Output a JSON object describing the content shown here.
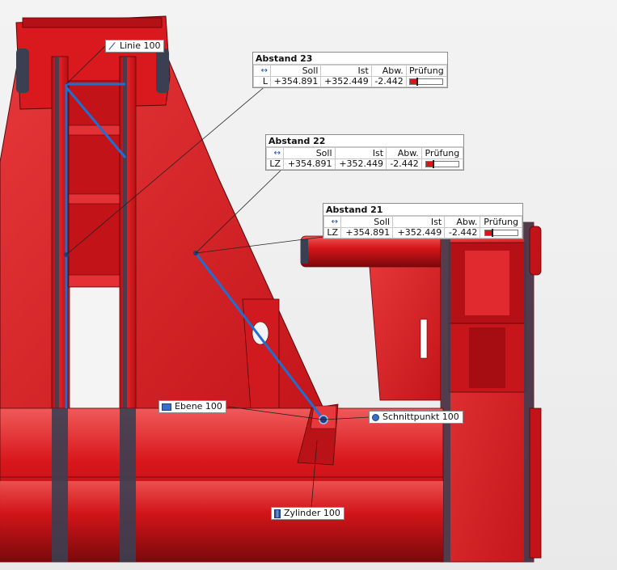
{
  "labels": {
    "linie": {
      "name": "Linie 100",
      "icon": "line-icon"
    },
    "ebene": {
      "name": "Ebene 100",
      "icon": "plane-icon"
    },
    "schnittpunkt": {
      "name": "Schnittpunkt 100",
      "icon": "point-icon"
    },
    "zylinder": {
      "name": "Zylinder 100",
      "icon": "cylinder-icon"
    }
  },
  "measurements": [
    {
      "title": "Abstand 23",
      "header_icon": "distance-arrow-icon",
      "headers": [
        "Soll",
        "Ist",
        "Abw.",
        "Prüfung"
      ],
      "axis": "L",
      "soll": "+354.891",
      "ist": "+352.449",
      "abw": "-2.442"
    },
    {
      "title": "Abstand 22",
      "header_icon": "distance-arrow-icon",
      "headers": [
        "Soll",
        "Ist",
        "Abw.",
        "Prüfung"
      ],
      "axis": "LZ",
      "soll": "+354.891",
      "ist": "+352.449",
      "abw": "-2.442"
    },
    {
      "title": "Abstand 21",
      "header_icon": "distance-arrow-icon",
      "headers": [
        "Soll",
        "Ist",
        "Abw.",
        "Prüfung"
      ],
      "axis": "LZ",
      "soll": "+354.891",
      "ist": "+352.449",
      "abw": "-2.442"
    }
  ],
  "colors": {
    "part": "#d8161b",
    "part_dark": "#8e0c10",
    "part_light": "#ee4a4c",
    "edge": "#3a3a48",
    "measure": "#1e6fd1"
  }
}
